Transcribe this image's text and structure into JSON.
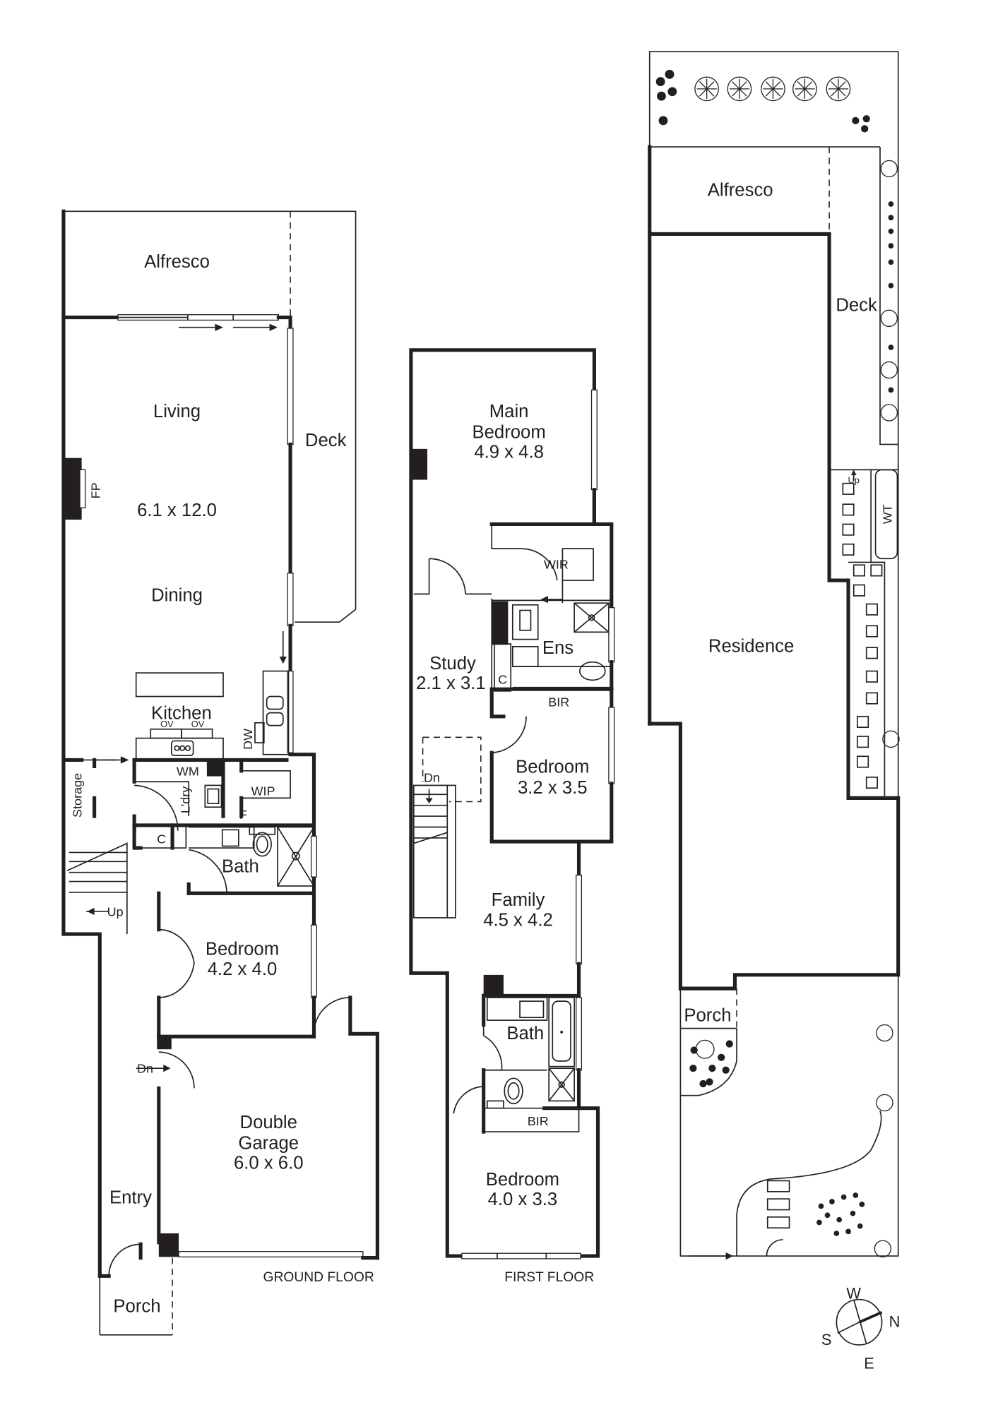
{
  "plans": {
    "ground_floor": {
      "title": "GROUND FLOOR",
      "rooms": {
        "alfresco": {
          "name": "Alfresco"
        },
        "living": {
          "name": "Living"
        },
        "living_dining_size": "6.1 x 12.0",
        "dining": {
          "name": "Dining"
        },
        "deck": {
          "name": "Deck"
        },
        "fireplace": "FP",
        "kitchen": {
          "name": "Kitchen"
        },
        "oven1": "OV",
        "oven2": "OV",
        "dishwasher": "DW",
        "washing_machine": "WM",
        "laundry": {
          "name": "L'dry"
        },
        "wip": {
          "name": "WIP"
        },
        "fridge": "F",
        "storage": {
          "name": "Storage"
        },
        "cupboard": "C",
        "bath": {
          "name": "Bath"
        },
        "stairs_up": "Up",
        "bedroom": {
          "name": "Bedroom",
          "size": "4.2 x 4.0"
        },
        "stairs_down": "Dn",
        "garage": {
          "name": "Double Garage",
          "line1": "Double",
          "line2": "Garage",
          "size": "6.0 x 6.0"
        },
        "entry": {
          "name": "Entry"
        },
        "porch": {
          "name": "Porch"
        }
      }
    },
    "first_floor": {
      "title": "FIRST FLOOR",
      "rooms": {
        "main_bedroom": {
          "line1": "Main",
          "line2": "Bedroom",
          "size": "4.9 x 4.8"
        },
        "wir": {
          "name": "WIR"
        },
        "ens": {
          "name": "Ens"
        },
        "study": {
          "name": "Study",
          "size": "2.1 x 3.1"
        },
        "cupboard": "C",
        "bir1": "BIR",
        "bedroom2": {
          "name": "Bedroom",
          "size": "3.2 x 3.5"
        },
        "stairs_down": "Dn",
        "family": {
          "name": "Family",
          "size": "4.5 x 4.2"
        },
        "bath": {
          "name": "Bath"
        },
        "bir2": "BIR",
        "bedroom3": {
          "name": "Bedroom",
          "size": "4.0 x 3.3"
        }
      }
    },
    "site_plan": {
      "rooms": {
        "alfresco": {
          "name": "Alfresco"
        },
        "deck": {
          "name": "Deck"
        },
        "residence": {
          "name": "Residence"
        },
        "water_tank": "WT",
        "steps_up": "Up",
        "porch": {
          "name": "Porch"
        }
      }
    },
    "compass": {
      "north": "N",
      "south": "S",
      "east": "E",
      "west": "W"
    }
  },
  "colors": {
    "ink": "#231f20",
    "background": "#ffffff"
  }
}
